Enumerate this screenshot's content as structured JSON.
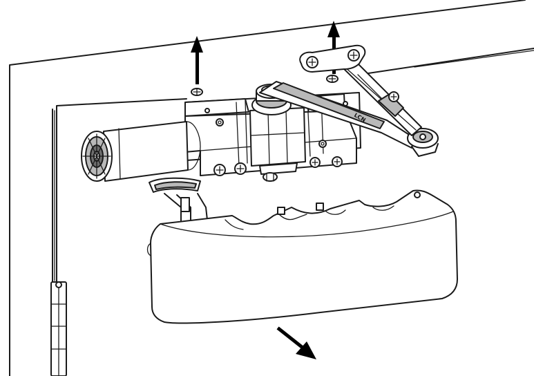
{
  "colors": {
    "line": "#1a1a1a",
    "arrow": "#000000",
    "light_gray": "#b9b9b9",
    "dark_gray": "#6e6e6e",
    "background": "#ffffff"
  },
  "arrows": [
    {
      "name": "lift-up-arrow-left",
      "direction": "up"
    },
    {
      "name": "lift-up-arrow-right",
      "direction": "up"
    },
    {
      "name": "pull-out-arrow",
      "direction": "down-right"
    }
  ],
  "arm_marking": "LCN"
}
